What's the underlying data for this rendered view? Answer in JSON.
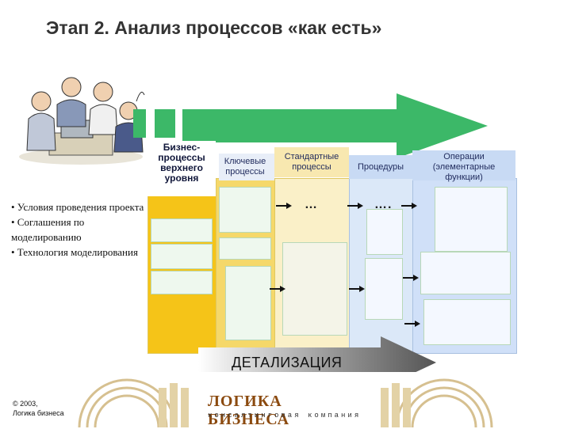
{
  "slide": {
    "title": "Этап 2. Анализ процессов «как есть»"
  },
  "columns": [
    {
      "id": "top-level",
      "label": "Бизнес-\nпроцессы\nверхнего\nуровня",
      "bg": "#f5c418"
    },
    {
      "id": "key",
      "label": "Ключевые\nпроцессы",
      "bg": "#f5d86a"
    },
    {
      "id": "standard",
      "label": "Стандартные\nпроцессы",
      "bg": "#faf0c8"
    },
    {
      "id": "procedures",
      "label": "Процедуры",
      "bg": "#dbe8f8"
    },
    {
      "id": "operations",
      "label": "Операции\n(элементарные\nфункции)",
      "bg": "#d0e0f8"
    }
  ],
  "bullets": [
    "• Условия проведения проекта",
    "• Соглашения по моделированию",
    "• Технология моделирования"
  ],
  "ellipsis": [
    "…",
    "…."
  ],
  "detail_label": "ДЕТАЛИЗАЦИЯ",
  "footer": {
    "copyright_line1": "© 2003,",
    "copyright_line2": "Логика бизнеса",
    "logo_title": "ЛОГИКА БИЗНЕСА",
    "logo_subtitle": "консалтинговая компания"
  },
  "colors": {
    "accent_green": "#3cb868",
    "arrow_gray": "#777777",
    "logo_brown": "#8b4a0f"
  }
}
